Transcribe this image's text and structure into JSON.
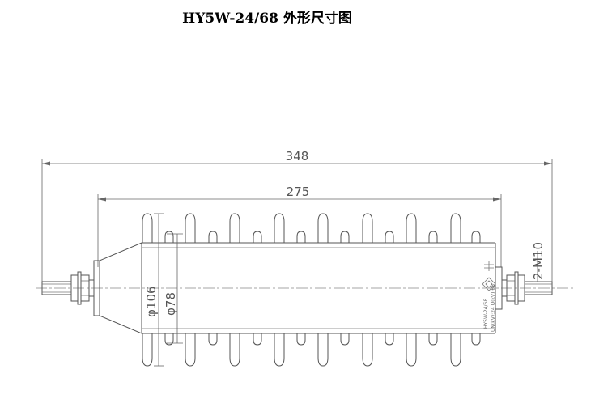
{
  "title": "HY5W-24/68 外形尺寸图",
  "dimensions": {
    "overall_length": "348",
    "body_length": "275",
    "shed_diameter": "φ106",
    "core_diameter": "φ78",
    "thread": "2-M10"
  },
  "nameplate": {
    "model": "HY5W-24/68",
    "line2": "UN(kV):24  U(kV):68"
  }
}
